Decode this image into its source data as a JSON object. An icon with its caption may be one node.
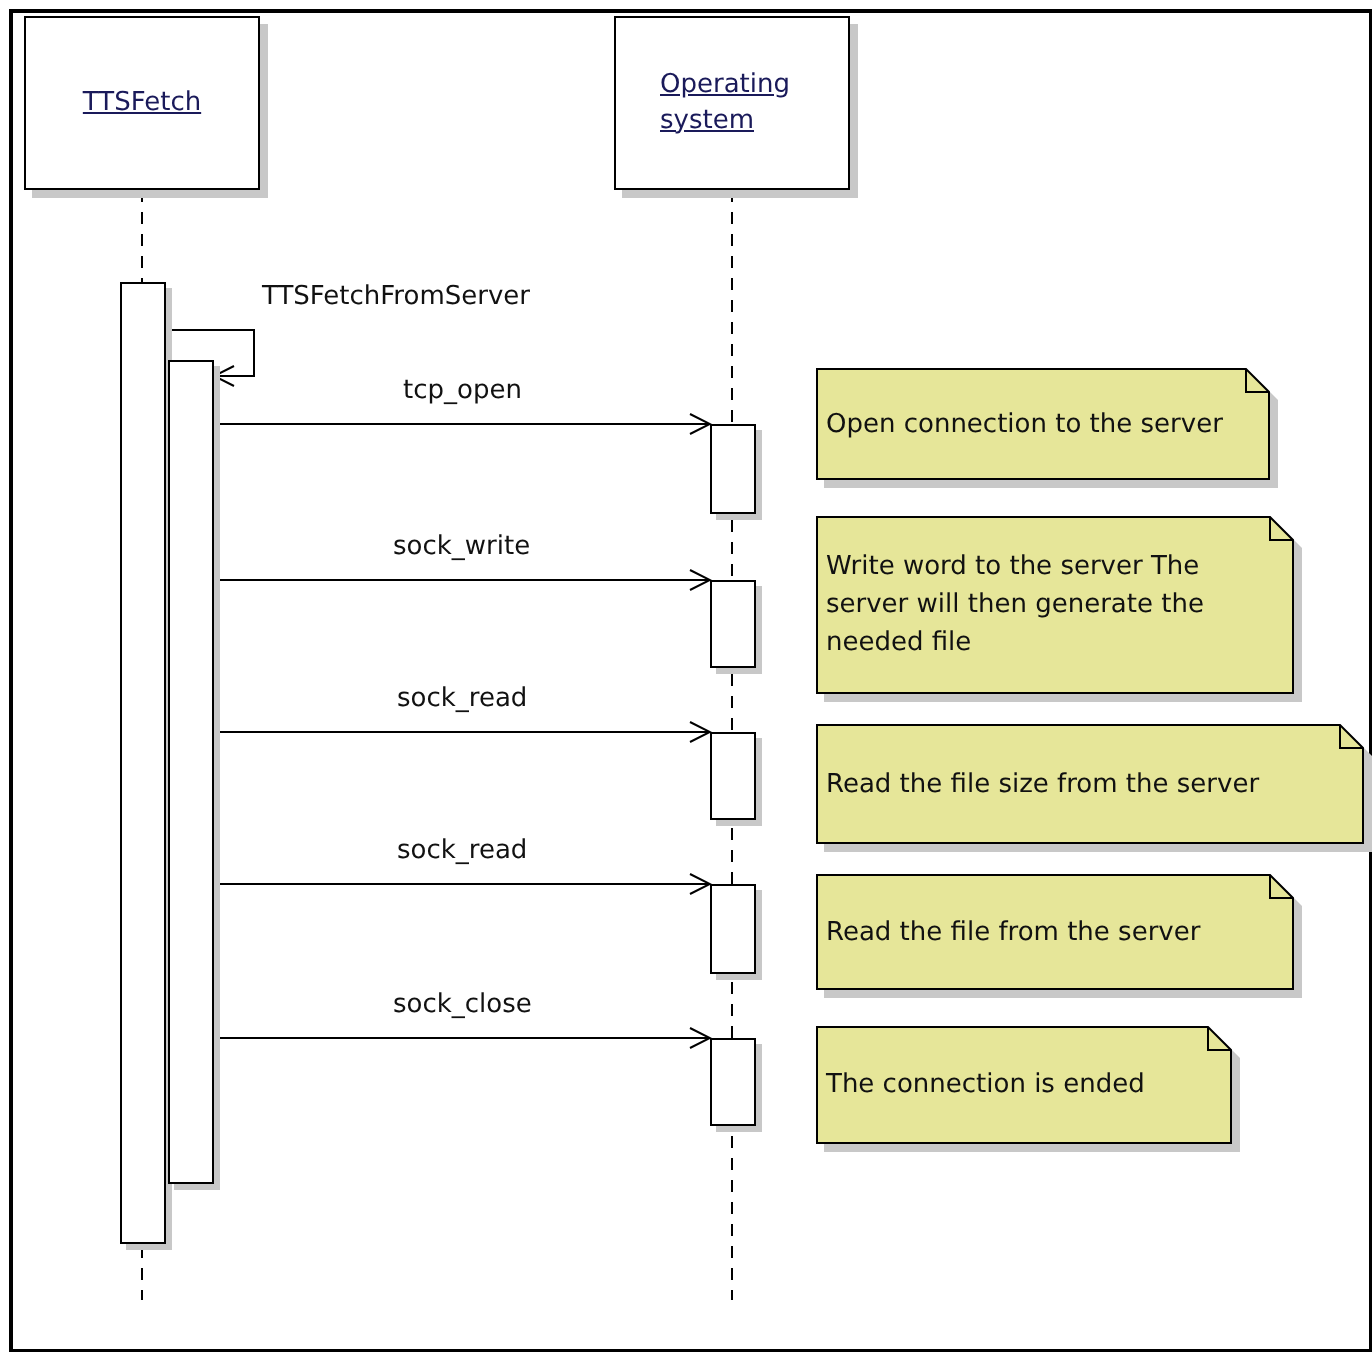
{
  "diagram": {
    "nodes": [
      {
        "text": [
          "TTSFetch"
        ]
      },
      {
        "text": [
          "Operating system"
        ]
      },
      {
        "text": [],
        "shape": "bar"
      },
      {
        "text": [],
        "shape": "bar"
      },
      {
        "text": [],
        "shape": "bar"
      },
      {
        "text": [],
        "shape": "bar"
      },
      {
        "text": [],
        "shape": "bar"
      },
      {
        "text": [],
        "shape": "bar"
      },
      {
        "text": [],
        "shape": "bar"
      },
      {
        "text": [
          "Open connection to the server"
        ]
      },
      {
        "text": [
          "Write word to the server The server will then generate the needed file"
        ]
      },
      {
        "text": [
          "Read the file size from the server"
        ]
      },
      {
        "text": [
          "Read the file from the server"
        ]
      },
      {
        "text": [
          "The connection is ended"
        ]
      }
    ],
    "edges": [
      {
        "from": 2,
        "to": 3,
        "arrow": "to",
        "label": "TTSFetchFromServer"
      },
      {
        "from": 3,
        "to": 4,
        "arrow": "to",
        "label": "tcp_open"
      },
      {
        "from": 3,
        "to": 5,
        "arrow": "to",
        "label": "sock_write"
      },
      {
        "from": 3,
        "to": 6,
        "arrow": "to",
        "label": "sock_read"
      },
      {
        "from": 3,
        "to": 7,
        "arrow": "to",
        "label": "sock_read"
      },
      {
        "from": 3,
        "to": 8,
        "arrow": "to",
        "label": "sock_close"
      }
    ]
  }
}
